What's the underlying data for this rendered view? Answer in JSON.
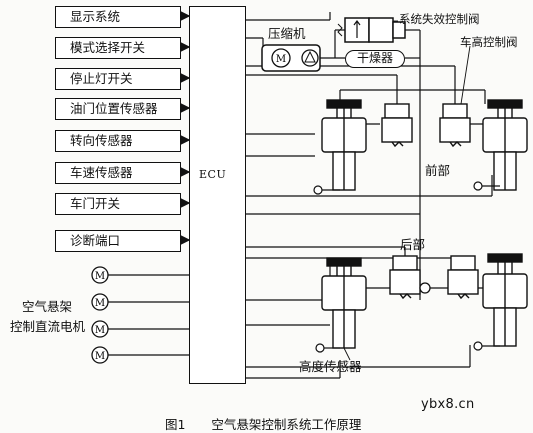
{
  "inputs": [
    "显示系统",
    "模式选择开关",
    "停止灯开关",
    "油门位置传感器",
    "转向传感器",
    "车速传感器",
    "车门开关",
    "诊断端口"
  ],
  "ecu_label": "ECU",
  "compressor_label": "压缩机",
  "dryer_label": "干燥器",
  "valve_labels": {
    "failure_valve": "系统失效控制阀",
    "height_valve": "车高控制阀"
  },
  "axle_labels": {
    "front": "前部",
    "rear": "后部"
  },
  "height_sensor_label": "高度传感器",
  "motor_group_label_line1": "空气悬架",
  "motor_group_label_line2": "控制直流电机",
  "motor_symbol": "M",
  "motor_count": 4,
  "watermark": "ybx8.cn",
  "caption": {
    "figure_number": "图1",
    "title": "空气悬架控制系统工作原理"
  },
  "icons": [
    "motor-icon",
    "compressor-motor-icon",
    "solenoid-valve-icon",
    "air-spring-icon",
    "height-sensor-icon",
    "arrow-icon"
  ]
}
